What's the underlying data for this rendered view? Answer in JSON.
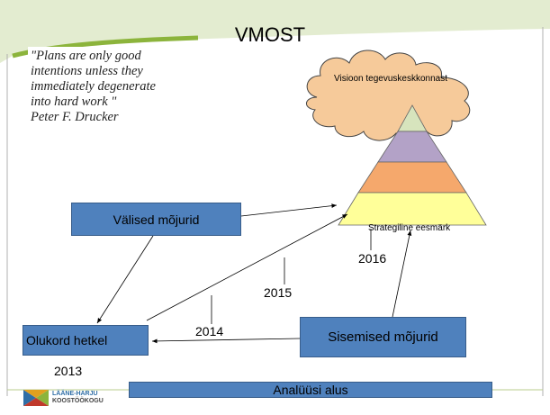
{
  "slide": {
    "title": "VMOST",
    "quote": {
      "lines": [
        "\"Plans are only good",
        "intentions unless they",
        "immediately degenerate",
        "into hard work  \"",
        "Peter F. Drucker"
      ]
    },
    "cloud_label": "Visioon tegevuskeskkonnast",
    "pyramid": {
      "base_label": "Strategiline eesmärk",
      "layer_colors": [
        "#d7e4bd",
        "#b3a2c7",
        "#f5a86c",
        "#ffff99"
      ]
    },
    "boxes": {
      "external": "Välised mõjurid",
      "current": "Olukord hetkel",
      "internal": "Sisemised mõjurid",
      "analysis": "Analüüsi alus"
    },
    "years": {
      "y2013": "2013",
      "y2014": "2014",
      "y2015": "2015",
      "y2016": "2016"
    },
    "logo": {
      "line1": "LÄÄNE-HARJU",
      "line2": "KOOSTÖÖKOGU"
    },
    "colors": {
      "box_fill": "#4f81bd",
      "box_border": "#385d8a",
      "cloud_fill": "#f6ca9a",
      "accent_green": "#8cb43c"
    }
  }
}
